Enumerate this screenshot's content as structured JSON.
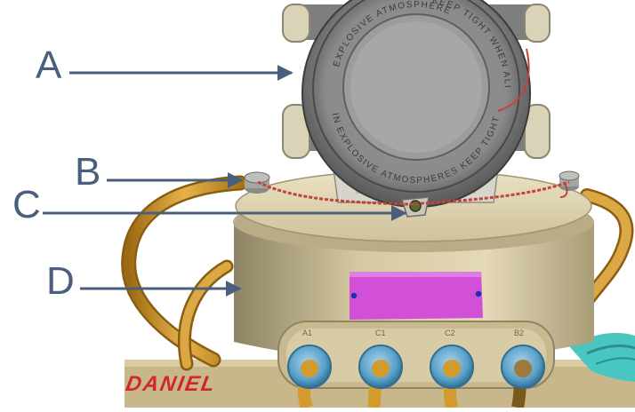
{
  "callouts": [
    {
      "id": "a",
      "label": "A"
    },
    {
      "id": "b",
      "label": "B"
    },
    {
      "id": "c",
      "label": "C"
    },
    {
      "id": "d",
      "label": "D"
    }
  ],
  "cover_inscription": {
    "top": "EXPLOSIVE ATMOSPHERE",
    "top_right": "KEEP TIGHT WHEN ALIVE",
    "bottom": "IN EXPLOSIVE ATMOSPHERES KEEP TIGHT"
  },
  "base_badge": "DANIEL",
  "port_labels": [
    "A1",
    "C1",
    "C2",
    "B2"
  ],
  "colors": {
    "label_arrow": "#4a5f7e",
    "enclosure_tan": "#cdbf95",
    "head_gray": "#7c7c7c",
    "seal_wire": "#c0443d",
    "nameplate": "#d24fd8",
    "conduit_gold": "#d49a2c",
    "gland_blue": "#5a9fc7",
    "teal_part": "#49c6c2"
  }
}
